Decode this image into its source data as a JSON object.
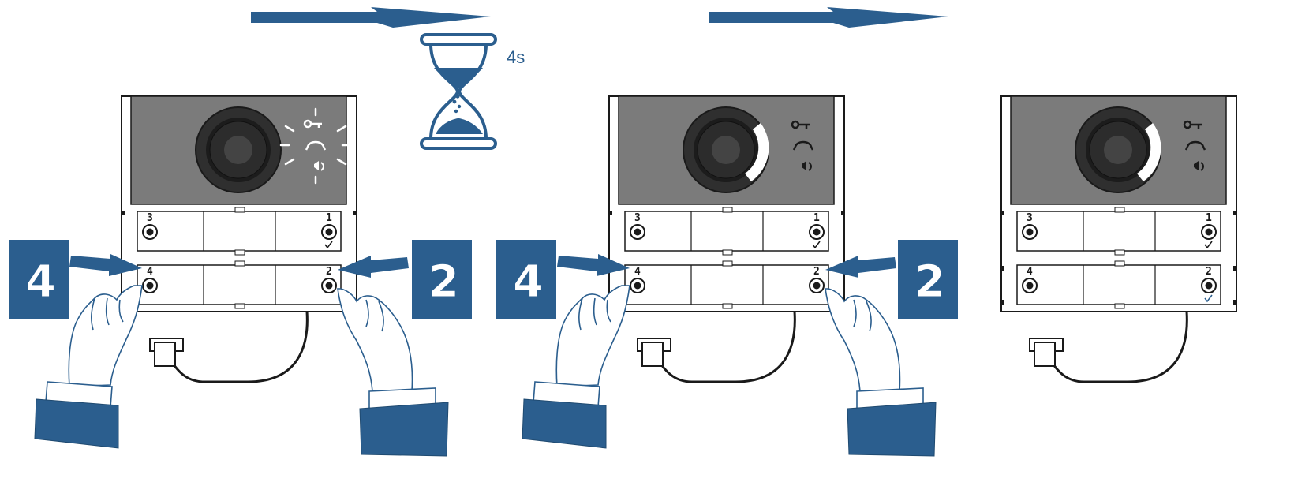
{
  "timer": {
    "label": "4s"
  },
  "steps": [
    {
      "id": "step-1",
      "badges": {
        "left": "4",
        "right": "2"
      },
      "buttons": {
        "top_left": "3",
        "top_right": "1",
        "bottom_left": "4",
        "bottom_right": "2"
      },
      "state": "lights-blinking"
    },
    {
      "id": "step-2",
      "badges": {
        "left": "4",
        "right": "2"
      },
      "buttons": {
        "top_left": "3",
        "top_right": "1",
        "bottom_left": "4",
        "bottom_right": "2"
      },
      "state": "ring-lit"
    },
    {
      "id": "step-3",
      "buttons": {
        "top_left": "3",
        "top_right": "1",
        "bottom_left": "4",
        "bottom_right": "2"
      },
      "state": "ring-lit-no-hands"
    }
  ],
  "colors": {
    "accent": "#2b5e8e",
    "panel": "#7b7b7b"
  },
  "icons": [
    "hourglass-icon",
    "key-icon",
    "handset-icon",
    "speaker-icon",
    "arrow-icon",
    "hand-icon"
  ]
}
